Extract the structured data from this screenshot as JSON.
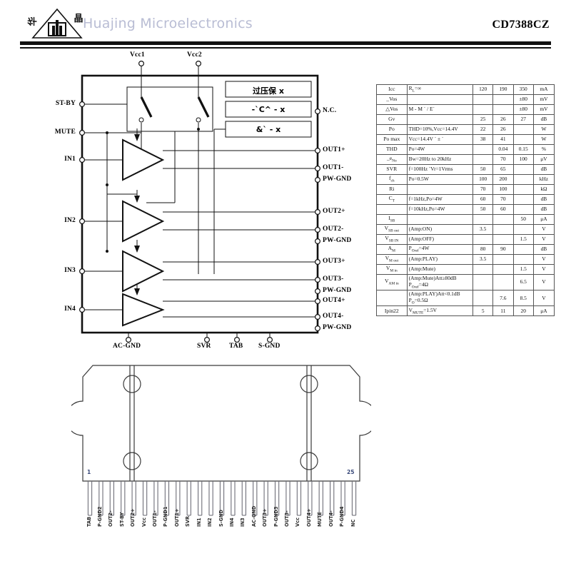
{
  "header": {
    "brand": "Huajing Microelectronics",
    "part_number": "CD7388CZ",
    "logo_left_char": "华",
    "logo_right_char": "晶"
  },
  "block_diagram": {
    "supply_pins": [
      "Vcc1",
      "Vcc2"
    ],
    "left_pins": [
      "ST-BY",
      "MUTE",
      "IN1",
      "IN2",
      "IN3",
      "IN4"
    ],
    "right_pins": [
      "N.C.",
      "OUT1+",
      "OUT1-",
      "PW-GND",
      "OUT2+",
      "OUT2-",
      "PW-GND",
      "OUT3+",
      "OUT3-",
      "PW-GND",
      "OUT4+",
      "OUT4-",
      "PW-GND"
    ],
    "bottom_pins": [
      "AC-GND",
      "SVR",
      "TAB",
      "S-GND"
    ],
    "function_boxes": [
      "过压保 x",
      "-`C^ - x",
      "&` - x"
    ]
  },
  "package": {
    "pin_start": "1",
    "pin_end": "25",
    "pin_names": [
      "TAB",
      "P-GND2",
      "OUT2-",
      "ST-BY",
      "OUT2+",
      "Vcc",
      "OUT1-",
      "P-GND1",
      "OUT1+",
      "SVR",
      "IN1",
      "IN2",
      "S-GND",
      "IN4",
      "IN3",
      "AC-GND",
      "OUT3+",
      "P-GND3",
      "OUT3-",
      "Vcc",
      "OUT4+",
      "MUTE",
      "OUT4-",
      "P-GND4",
      "NC"
    ]
  },
  "spec_table": {
    "rows": [
      {
        "sym": "Icc",
        "sym_sub": "",
        "cond": "R<sub>L</sub>=∞",
        "min": "120",
        "typ": "190",
        "max": "350",
        "unit": "mA"
      },
      {
        "sym": "_Vos",
        "sym_sub": "",
        "cond": "",
        "min": "",
        "typ": "",
        "max": "±80",
        "unit": "mV"
      },
      {
        "sym": "△Vos",
        "sym_sub": "",
        "cond": "M - M `    /   E`",
        "min": "",
        "typ": "",
        "max": "±80",
        "unit": "mV"
      },
      {
        "sym": "Gv",
        "sym_sub": "",
        "cond": "",
        "min": "25",
        "typ": "26",
        "max": "27",
        "unit": "dB"
      },
      {
        "sym": "Po",
        "sym_sub": "",
        "cond": "THD=10%,Vcc=14.4V",
        "min": "22",
        "typ": "26",
        "max": "",
        "unit": "W"
      },
      {
        "sym": "Po max",
        "sym_sub": "",
        "cond": "Vcc=14.4V   ` ± `",
        "min": "38",
        "typ": "41",
        "max": "",
        "unit": "W"
      },
      {
        "sym": "THD",
        "sym_sub": "",
        "cond": "Po=4W",
        "min": "",
        "typ": "0.04",
        "max": "0.15",
        "unit": "%"
      },
      {
        "sym": "_e<sub>No</sub>",
        "sym_sub": "",
        "cond": "Bw=20Hz to 20kHz",
        "min": "",
        "typ": "70",
        "max": "100",
        "unit": "μV"
      },
      {
        "sym": "SVR",
        "sym_sub": "",
        "cond": "f=100Hz  ¨Vr=1Vrms",
        "min": "50",
        "typ": "65",
        "max": "",
        "unit": "dB"
      },
      {
        "sym": "f<sub>ch</sub>",
        "sym_sub": "",
        "cond": "Po=0.5W",
        "min": "100",
        "typ": "200",
        "max": "",
        "unit": "kHz"
      },
      {
        "sym": "Ri",
        "sym_sub": "",
        "cond": "",
        "min": "70",
        "typ": "100",
        "max": "",
        "unit": "kΩ"
      },
      {
        "sym": "C<sub>T</sub>",
        "sym_sub": "",
        "cond": "f=1kHz,Po=4W",
        "min": "60",
        "typ": "70",
        "max": "",
        "unit": "dB"
      },
      {
        "sym": "",
        "sym_sub": "",
        "cond": "f=10kHz,Po=4W",
        "min": "50",
        "typ": "60",
        "max": "",
        "unit": "dB"
      },
      {
        "sym": "I<sub>SB</sub>",
        "sym_sub": "",
        "cond": "",
        "min": "",
        "typ": "",
        "max": "50",
        "unit": "μA"
      },
      {
        "sym": "V<sub>SB out</sub>",
        "sym_sub": "",
        "cond": "(Amp:ON)",
        "min": "3.5",
        "typ": "",
        "max": "",
        "unit": "V"
      },
      {
        "sym": "V<sub>SB IN</sub>",
        "sym_sub": "",
        "cond": "(Amp:OFF)",
        "min": "",
        "typ": "",
        "max": "1.5",
        "unit": "V"
      },
      {
        "sym": "A<sub>M</sub>",
        "sym_sub": "",
        "cond": "P<sub>Oref</sub>=4W",
        "min": "80",
        "typ": "90",
        "max": "",
        "unit": "dB"
      },
      {
        "sym": "V<sub>M out</sub>",
        "sym_sub": "",
        "cond": "(Amp:PLAY)",
        "min": "3.5",
        "typ": "",
        "max": "",
        "unit": "V"
      },
      {
        "sym": "V<sub>M in</sub>",
        "sym_sub": "",
        "cond": "(Amp:Mute)",
        "min": "",
        "typ": "",
        "max": "1.5",
        "unit": "V"
      },
      {
        "sym": "V<sub>AM in</sub>",
        "sym_sub": "",
        "cond": "(Amp:Mute)Att≥80dB<br>P<sub>Oref</sub>=4Ω",
        "min": "",
        "typ": "",
        "max": "6.5",
        "unit": "V"
      },
      {
        "sym": "",
        "sym_sub": "",
        "cond": "(Amp:PLAY)Att&lt;0.1dB<br>P<sub>O</sub>=0.5Ω",
        "min": "",
        "typ": "7.6",
        "max": "8.5",
        "unit": "V"
      },
      {
        "sym": "Ipin22",
        "sym_sub": "",
        "cond": "V<sub>MUTE</sub>=1.5V",
        "min": "5",
        "typ": "11",
        "max": "20",
        "unit": "μA"
      }
    ]
  },
  "colors": {
    "brand_gray": "#b9bdd4",
    "line": "#111111",
    "pkg_line": "#3a3a3a",
    "pin_number": "#3a4a7a"
  }
}
